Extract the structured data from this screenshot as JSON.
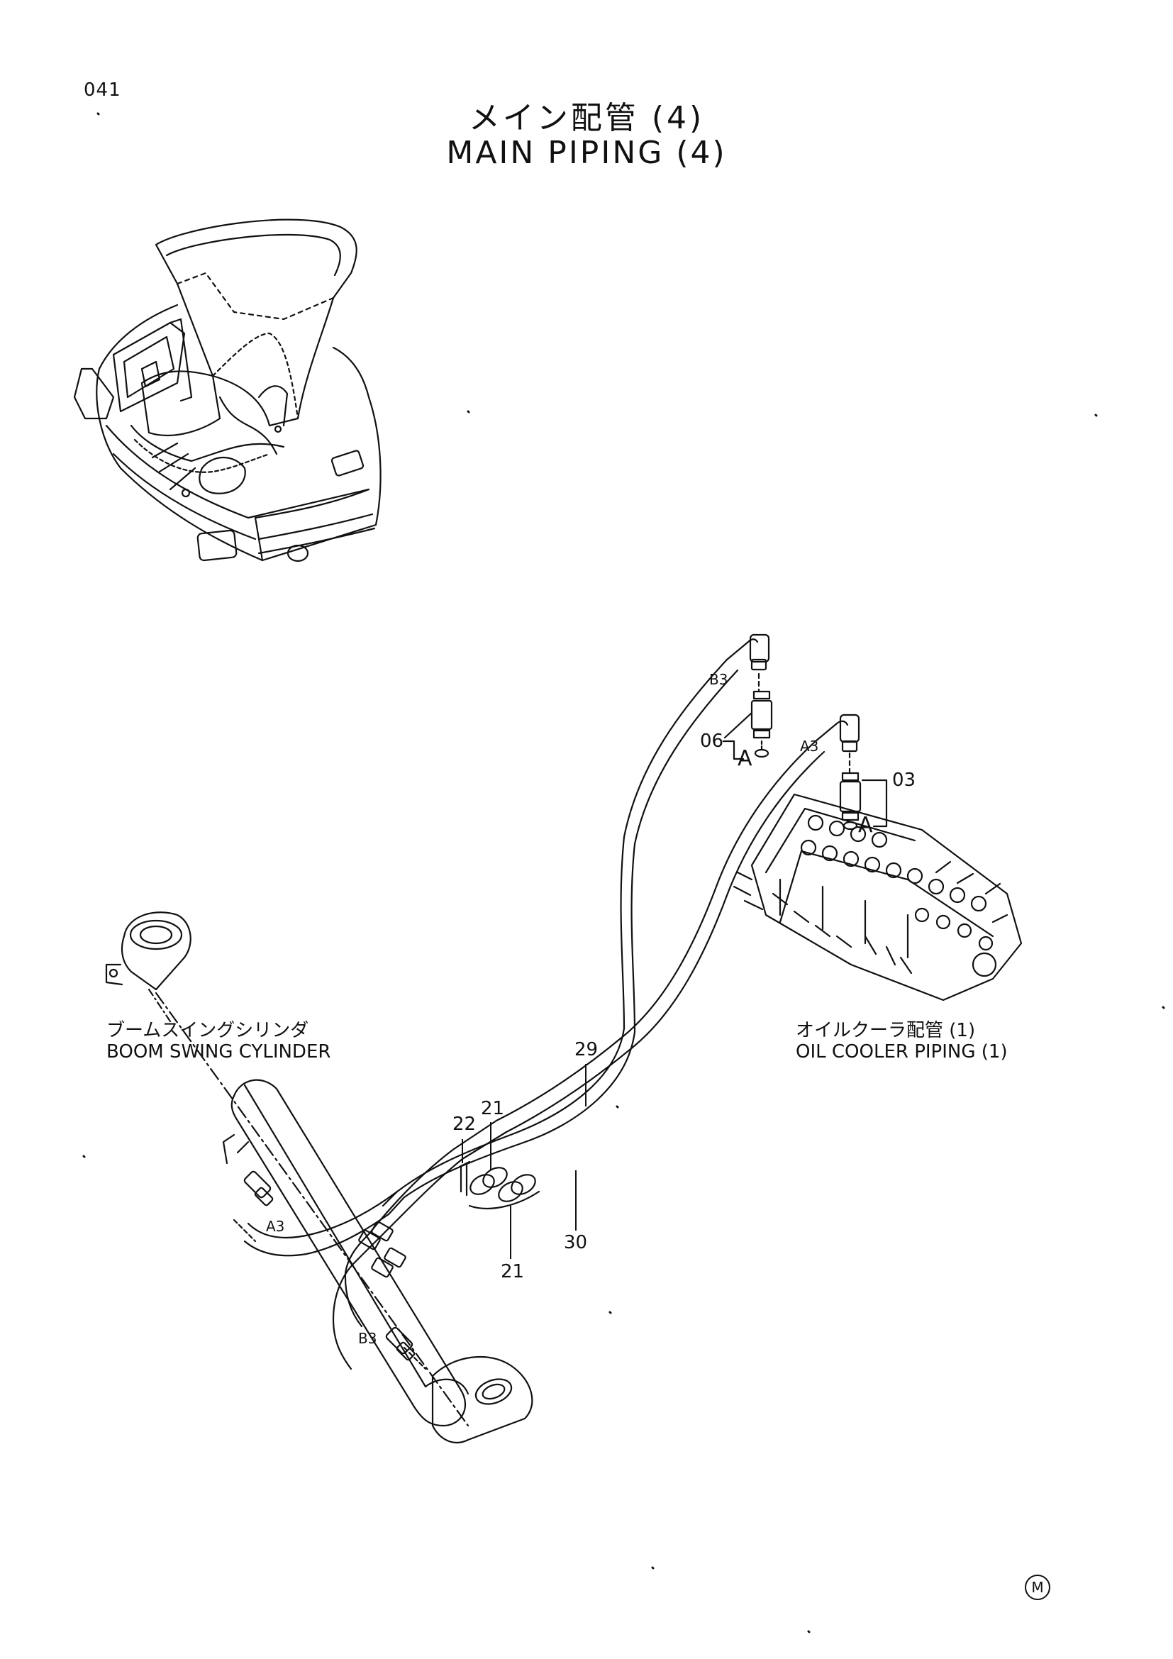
{
  "page_number": "041",
  "title": {
    "japanese": "メイン配管 (4)",
    "english": "MAIN PIPING (4)"
  },
  "labels": {
    "boom_swing_jp": "ブームスイングシリンダ",
    "boom_swing_en": "BOOM SWING CYLINDER",
    "oil_cooler_jp": "オイルクーラ配管 (1)",
    "oil_cooler_en": "OIL COOLER PIPING (1)"
  },
  "callouts": {
    "b3_top": "B3",
    "a3_top": "A3",
    "part_06": "06",
    "detail_a_left": "A",
    "part_03": "03",
    "detail_a_right": "A",
    "part_29": "29",
    "part_22": "22",
    "part_21_top": "21",
    "part_21_bottom": "21",
    "part_30": "30",
    "a3_cyl": "A3",
    "b3_cyl": "B3"
  },
  "corner_mark": "M"
}
